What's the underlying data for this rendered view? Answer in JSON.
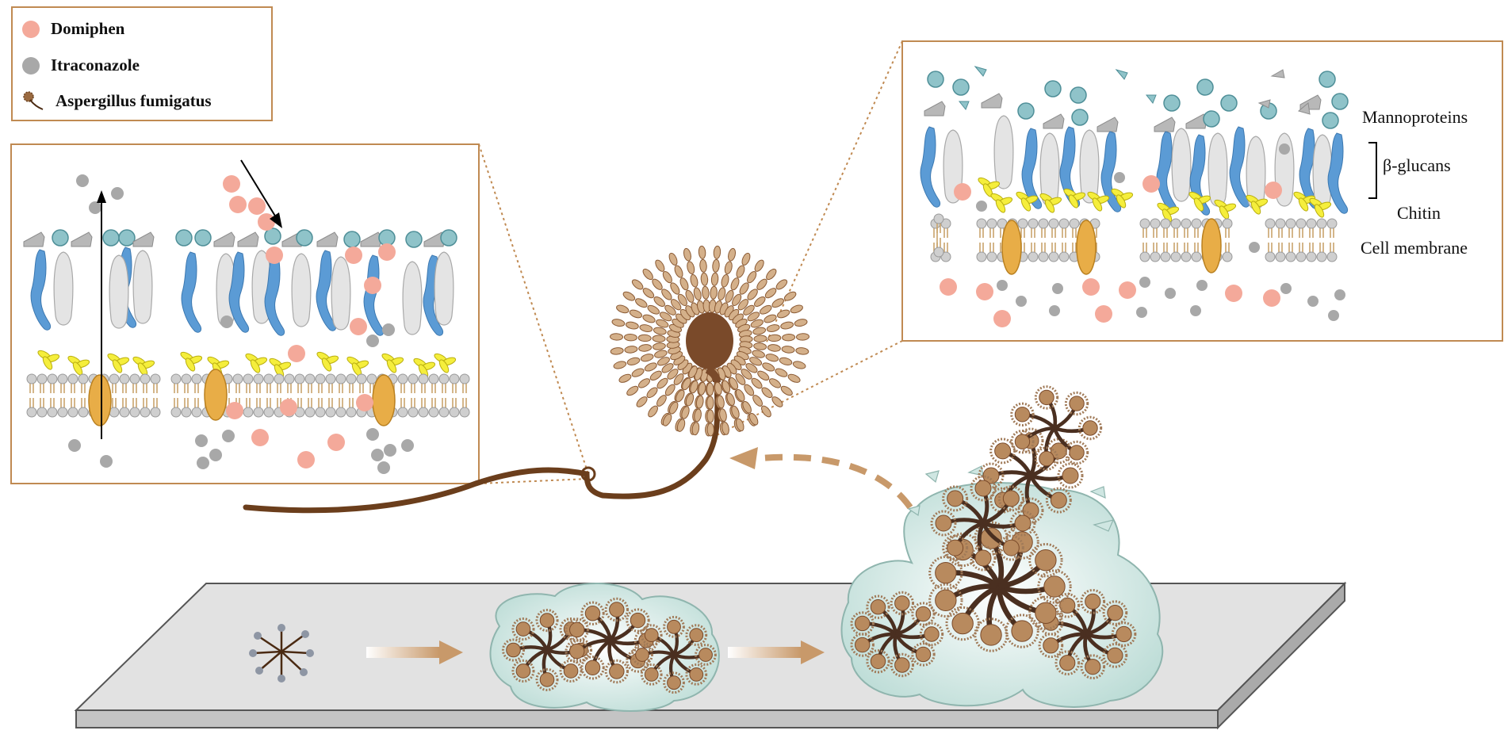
{
  "legend": {
    "items": [
      {
        "label": "Domiphen",
        "color": "#f4a99a"
      },
      {
        "label": "Itraconazole",
        "color": "#a8a8a8"
      },
      {
        "label": "Aspergillus fumigatus",
        "icon": "fungus-icon"
      }
    ]
  },
  "right_panel_labels": {
    "mannoproteins": "Mannoproteins",
    "beta_glucans": "β-glucans",
    "chitin": "Chitin",
    "cell_membrane": "Cell membrane"
  },
  "colors": {
    "frame": "#c08a52",
    "domiphen": "#f4a99a",
    "itraconazole": "#a8a8a8",
    "mannoprotein": "#8fc3c9",
    "glucan_blue": "#5b9bd5",
    "glucan_grey": "#e2e2e2",
    "chitin": "#f4ec3a",
    "membrane_protein": "#e8ad47",
    "fungus": "#7a4a2a",
    "biofilm": "#cfe6e2",
    "plate": "#dcdcdc"
  }
}
